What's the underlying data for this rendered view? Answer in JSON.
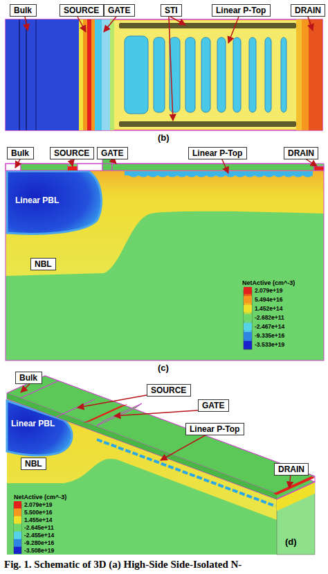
{
  "diagram": {
    "caption": "Fig. 1. Schematic of 3D (a) High-Side Side-Isolated N-",
    "nodes": [
      {
        "text": [
          "Bulk"
        ]
      },
      {
        "text": [
          "SOURCE"
        ]
      },
      {
        "text": [
          "GATE"
        ]
      },
      {
        "text": [
          "STI"
        ]
      },
      {
        "text": [
          "Linear P-Top"
        ]
      },
      {
        "text": [
          "DRAIN"
        ]
      },
      {
        "text": [
          "Bulk"
        ]
      },
      {
        "text": [
          "SOURCE"
        ]
      },
      {
        "text": [
          "GATE"
        ]
      },
      {
        "text": [
          "Linear P-Top"
        ]
      },
      {
        "text": [
          "DRAIN"
        ]
      },
      {
        "text": [
          "NBL"
        ]
      },
      {
        "text": [
          "Bulk"
        ]
      },
      {
        "text": [
          "SOURCE"
        ]
      },
      {
        "text": [
          "GATE"
        ]
      },
      {
        "text": [
          "Linear P-Top"
        ]
      },
      {
        "text": [
          "DRAIN"
        ]
      },
      {
        "text": [
          "NBL"
        ]
      }
    ],
    "labels": [
      "(b)",
      "Linear PBL",
      "NetActive (cm^-3)",
      "(c)",
      "Linear PBL",
      "NetActive (cm^-3)",
      "(d)"
    ],
    "legend": [
      {
        "text": "2.079e+19",
        "color": "#e3201c"
      },
      {
        "text": "5.494e+16",
        "color": "#f5961e"
      },
      {
        "text": "1.452e+14",
        "color": "#efe12a"
      },
      {
        "text": "-2.682e+11",
        "color": "#6fd66a"
      },
      {
        "text": "-2.467e+14",
        "color": "#55d2e6"
      },
      {
        "text": "-9.335e+16",
        "color": "#2f86e2"
      },
      {
        "text": "-3.533e+19",
        "color": "#1a22cc"
      },
      {
        "text": "2.079e+19",
        "color": "#e3201c"
      },
      {
        "text": "5.500e+16",
        "color": "#f5961e"
      },
      {
        "text": "1.455e+14",
        "color": "#efe12a"
      },
      {
        "text": "-2.645e+11",
        "color": "#6fd66a"
      },
      {
        "text": "-2.455e+14",
        "color": "#55d2e6"
      },
      {
        "text": "-9.280e+16",
        "color": "#2f86e2"
      },
      {
        "text": "-3.508e+19",
        "color": "#1a22cc"
      }
    ]
  }
}
